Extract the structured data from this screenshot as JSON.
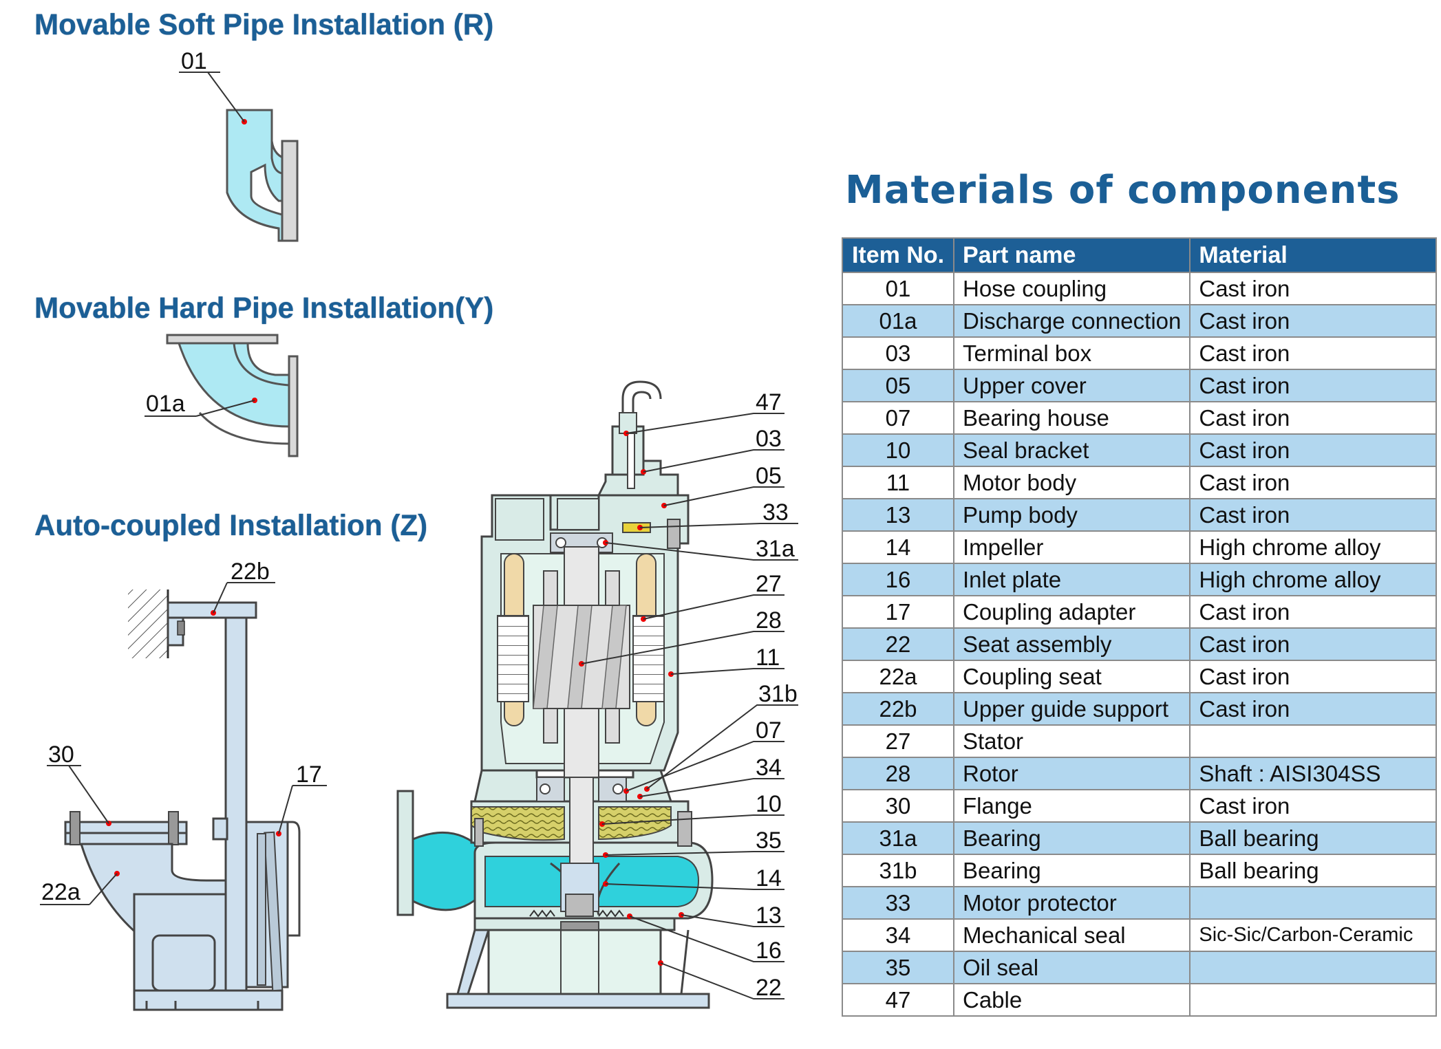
{
  "installations": {
    "soft": "Movable Soft Pipe Installation (R)",
    "hard": "Movable Hard Pipe  Installation(Y)",
    "auto": "Auto-coupled Installation (Z)"
  },
  "callouts": {
    "c01": "01",
    "c01a": "01a",
    "c22b": "22b",
    "c30": "30",
    "c17": "17",
    "c22a": "22a",
    "c47": "47",
    "c03": "03",
    "c05": "05",
    "c33": "33",
    "c31a": "31a",
    "c27": "27",
    "c28": "28",
    "c11": "11",
    "c31b": "31b",
    "c07": "07",
    "c34": "34",
    "c10": "10",
    "c35": "35",
    "c14": "14",
    "c13": "13",
    "c16": "16",
    "c22": "22"
  },
  "materials": {
    "title": "Materials of components",
    "headers": [
      "Item No.",
      "Part name",
      "Material"
    ],
    "rows": [
      [
        "01",
        "Hose coupling",
        "Cast iron"
      ],
      [
        "01a",
        "Discharge connection",
        "Cast iron"
      ],
      [
        "03",
        "Terminal box",
        "Cast iron"
      ],
      [
        "05",
        "Upper cover",
        "Cast iron"
      ],
      [
        "07",
        "Bearing house",
        "Cast iron"
      ],
      [
        "10",
        "Seal bracket",
        "Cast iron"
      ],
      [
        "11",
        "Motor body",
        "Cast iron"
      ],
      [
        "13",
        "Pump body",
        "Cast iron"
      ],
      [
        "14",
        "Impeller",
        "High chrome alloy"
      ],
      [
        "16",
        "Inlet plate",
        "High chrome alloy"
      ],
      [
        "17",
        "Coupling adapter",
        "Cast iron"
      ],
      [
        "22",
        "Seat assembly",
        "Cast iron"
      ],
      [
        "22a",
        "Coupling seat",
        "Cast iron"
      ],
      [
        "22b",
        "Upper guide support",
        "Cast iron"
      ],
      [
        "27",
        "Stator",
        ""
      ],
      [
        "28",
        "Rotor",
        "Shaft : AISI304SS"
      ],
      [
        "30",
        "Flange",
        "Cast iron"
      ],
      [
        "31a",
        "Bearing",
        "Ball bearing"
      ],
      [
        "31b",
        "Bearing",
        "Ball bearing"
      ],
      [
        "33",
        "Motor protector",
        ""
      ],
      [
        "34",
        "Mechanical seal",
        "Sic-Sic/Carbon-Ceramic"
      ],
      [
        "35",
        "Oil seal",
        ""
      ],
      [
        "47",
        "Cable",
        ""
      ]
    ]
  }
}
